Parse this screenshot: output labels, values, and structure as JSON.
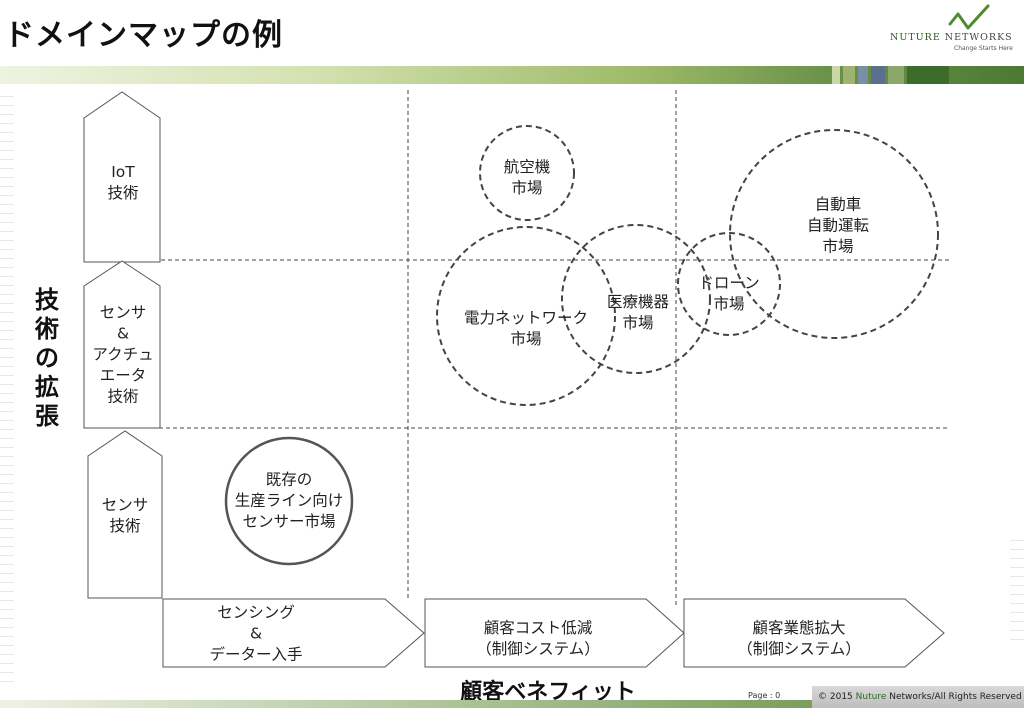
{
  "page": {
    "title": "ドメインマップの例",
    "page_number": "Page : 0"
  },
  "logo": {
    "name_part1": "NUTURE",
    "name_part2": "NETWORKS",
    "tagline": "Change Starts Here"
  },
  "footer": {
    "copyright_prefix": "© 2015 ",
    "copyright_brand": "Nuture",
    "copyright_suffix": " Networks/All Rights Reserved"
  },
  "colors": {
    "outline": "#555555",
    "dashed": "#444444",
    "band_stripes": [
      "#c9d6a6",
      "#9fb26f",
      "#7b8ea8",
      "#5c6f8f",
      "#8aa86a",
      "#3c6b2c"
    ]
  },
  "axes": {
    "vertical": "技術の拡張",
    "horizontal": "顧客ベネフィット"
  },
  "technology_levels": [
    {
      "id": "iot",
      "label": "IoT\n技術"
    },
    {
      "id": "sensor-actuator",
      "label": "センサ\n&\nアクチュ\nエータ\n技術"
    },
    {
      "id": "sensor",
      "label": "センサ\n技術"
    }
  ],
  "benefit_levels": [
    {
      "id": "sensing",
      "label": "センシング\n&\nデーター入手"
    },
    {
      "id": "cost",
      "label": "顧客コスト低減\n（制御システム）"
    },
    {
      "id": "business",
      "label": "顧客業態拡大\n（制御システム）"
    }
  ],
  "markets": [
    {
      "id": "existing",
      "label": "既存の\n生産ライン向け\nセンサー市場",
      "style": "solid"
    },
    {
      "id": "aviation",
      "label": "航空機\n市場",
      "style": "dashed"
    },
    {
      "id": "power-network",
      "label": "電力ネットワーク\n市場",
      "style": "dashed"
    },
    {
      "id": "medical",
      "label": "医療機器\n市場",
      "style": "dashed"
    },
    {
      "id": "drone",
      "label": "ドローン\n市場",
      "style": "dashed"
    },
    {
      "id": "automotive",
      "label": "自動車\n自動運転\n市場",
      "style": "dashed"
    }
  ]
}
